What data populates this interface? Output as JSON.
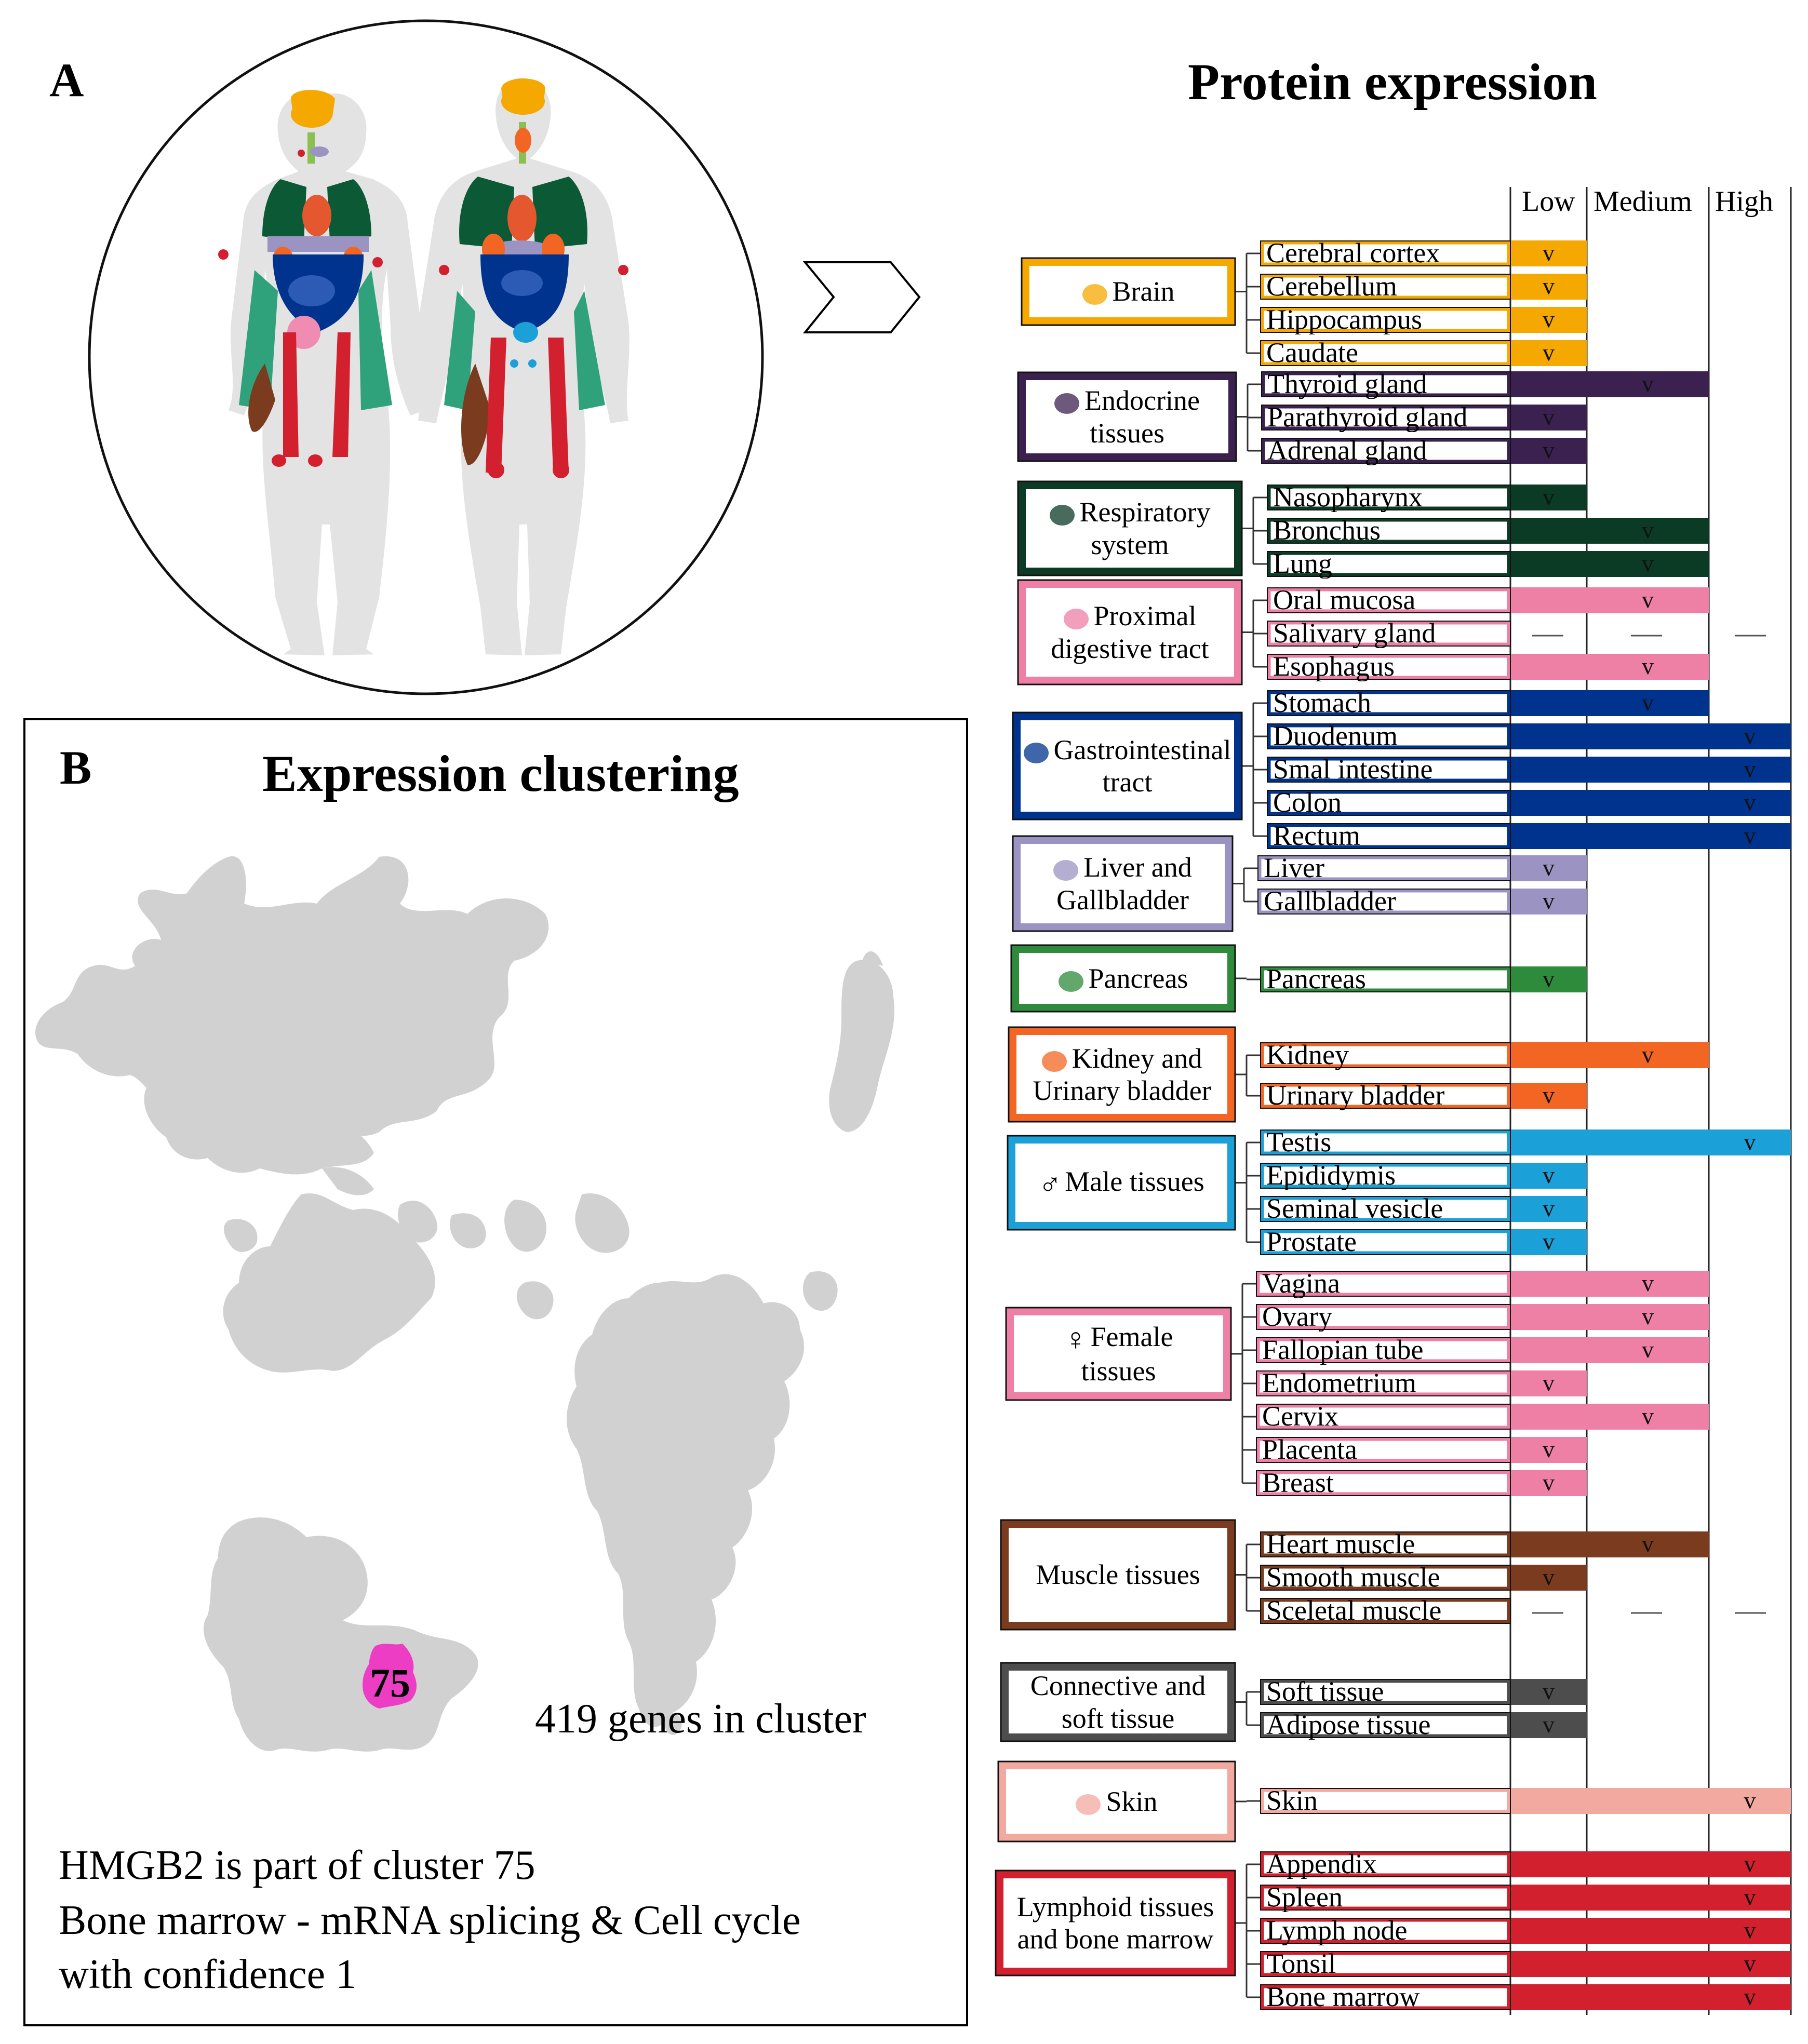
{
  "panel_a": {
    "label": "A"
  },
  "panel_b": {
    "label": "B",
    "title": "Expression clustering"
  },
  "protein_expression": {
    "title": "Protein expression",
    "levels": [
      "Low",
      "Medium",
      "High"
    ],
    "groups": [
      {
        "key": "brain",
        "label_lines": [
          "Brain"
        ],
        "icon": "brain-icon",
        "color": "#F5A800",
        "tissues": [
          {
            "name": "Cerebral cortex",
            "level": "low"
          },
          {
            "name": "Cerebellum",
            "level": "low"
          },
          {
            "name": "Hippocampus",
            "level": "low"
          },
          {
            "name": "Caudate",
            "level": "low"
          }
        ]
      },
      {
        "key": "endocrine",
        "label_lines": [
          "Endocrine",
          "tissues"
        ],
        "icon": "thyroid-icon",
        "color": "#3B2150",
        "tissues": [
          {
            "name": "Thyroid gland",
            "level": "medium"
          },
          {
            "name": "Parathyroid gland",
            "level": "low"
          },
          {
            "name": "Adrenal gland",
            "level": "low"
          }
        ]
      },
      {
        "key": "respiratory",
        "label_lines": [
          "Respiratory",
          "system"
        ],
        "icon": "lungs-icon",
        "color": "#0B3A25",
        "tissues": [
          {
            "name": "Nasopharynx",
            "level": "low"
          },
          {
            "name": "Bronchus",
            "level": "medium"
          },
          {
            "name": "Lung",
            "level": "medium"
          }
        ]
      },
      {
        "key": "proximal",
        "label_lines": [
          "Proximal",
          "digestive tract"
        ],
        "icon": "mouth-icon",
        "color": "#EE7FA5",
        "tissues": [
          {
            "name": "Oral mucosa",
            "level": "medium"
          },
          {
            "name": "Salivary gland",
            "level": "none"
          },
          {
            "name": "Esophagus",
            "level": "medium"
          }
        ]
      },
      {
        "key": "gi",
        "label_lines": [
          "Gastrointestinal",
          "tract"
        ],
        "icon": "stomach-icon",
        "color": "#00338D",
        "tissues": [
          {
            "name": "Stomach",
            "level": "medium"
          },
          {
            "name": "Duodenum",
            "level": "high"
          },
          {
            "name": "Smal intestine",
            "level": "high"
          },
          {
            "name": "Colon",
            "level": "high"
          },
          {
            "name": "Rectum",
            "level": "high"
          }
        ]
      },
      {
        "key": "liver",
        "label_lines": [
          "Liver and",
          "Gallbladder"
        ],
        "icon": "liver-icon",
        "color": "#9B94C2",
        "tissues": [
          {
            "name": "Liver",
            "level": "low"
          },
          {
            "name": "Gallbladder",
            "level": "low"
          }
        ]
      },
      {
        "key": "pancreas",
        "label_lines": [
          "Pancreas"
        ],
        "icon": "pancreas-icon",
        "color": "#2E8B3C",
        "tissues": [
          {
            "name": "Pancreas",
            "level": "low"
          }
        ]
      },
      {
        "key": "kidney",
        "label_lines": [
          "Kidney and",
          "Urinary bladder"
        ],
        "icon": "kidney-icon",
        "color": "#F26522",
        "tissues": [
          {
            "name": "Kidney",
            "level": "medium"
          },
          {
            "name": "Urinary bladder",
            "level": "low"
          }
        ]
      },
      {
        "key": "male",
        "label_lines": [
          "Male tissues"
        ],
        "icon": "male-symbol-icon",
        "color": "#1BA0D7",
        "tissues": [
          {
            "name": "Testis",
            "level": "high"
          },
          {
            "name": "Epididymis",
            "level": "low"
          },
          {
            "name": "Seminal vesicle",
            "level": "low"
          },
          {
            "name": "Prostate",
            "level": "low"
          }
        ]
      },
      {
        "key": "female",
        "label_lines": [
          "Female",
          "tissues"
        ],
        "icon": "female-symbol-icon",
        "color": "#EE7FA5",
        "tissues": [
          {
            "name": "Vagina",
            "level": "medium"
          },
          {
            "name": "Ovary",
            "level": "medium"
          },
          {
            "name": "Fallopian tube",
            "level": "medium"
          },
          {
            "name": "Endometrium",
            "level": "low"
          },
          {
            "name": "Cervix",
            "level": "medium"
          },
          {
            "name": "Placenta",
            "level": "low"
          },
          {
            "name": "Breast",
            "level": "low"
          }
        ]
      },
      {
        "key": "muscle",
        "label_lines": [
          "Muscle tissues"
        ],
        "icon": "",
        "color": "#7A3B1E",
        "tissues": [
          {
            "name": "Heart muscle",
            "level": "medium"
          },
          {
            "name": "Smooth muscle",
            "level": "low"
          },
          {
            "name": "Sceletal muscle",
            "level": "none"
          }
        ]
      },
      {
        "key": "connective",
        "label_lines": [
          "Connective and",
          "soft tissue"
        ],
        "icon": "",
        "color": "#4D4D4D",
        "tissues": [
          {
            "name": "Soft tissue",
            "level": "low"
          },
          {
            "name": "Adipose tissue",
            "level": "low"
          }
        ]
      },
      {
        "key": "skin",
        "label_lines": [
          "Skin"
        ],
        "icon": "face-icon",
        "color": "#F2A9A0",
        "tissues": [
          {
            "name": "Skin",
            "level": "high"
          }
        ]
      },
      {
        "key": "lymphoid",
        "label_lines": [
          "Lymphoid tissues",
          "and bone marrow"
        ],
        "icon": "",
        "color": "#D3202E",
        "tissues": [
          {
            "name": "Appendix",
            "level": "high"
          },
          {
            "name": "Spleen",
            "level": "high"
          },
          {
            "name": "Lymph node",
            "level": "high"
          },
          {
            "name": "Tonsil",
            "level": "high"
          },
          {
            "name": "Bone marrow",
            "level": "high"
          }
        ]
      }
    ]
  },
  "cluster": {
    "number": "75",
    "highlight_color": "#EC3DC4",
    "gene_count_text": "419 genes in cluster"
  },
  "description": {
    "lines": [
      "HMGB2  is part of cluster 75",
      "Bone marrow - mRNA splicing & Cell cycle",
      "with confidence  1"
    ]
  }
}
